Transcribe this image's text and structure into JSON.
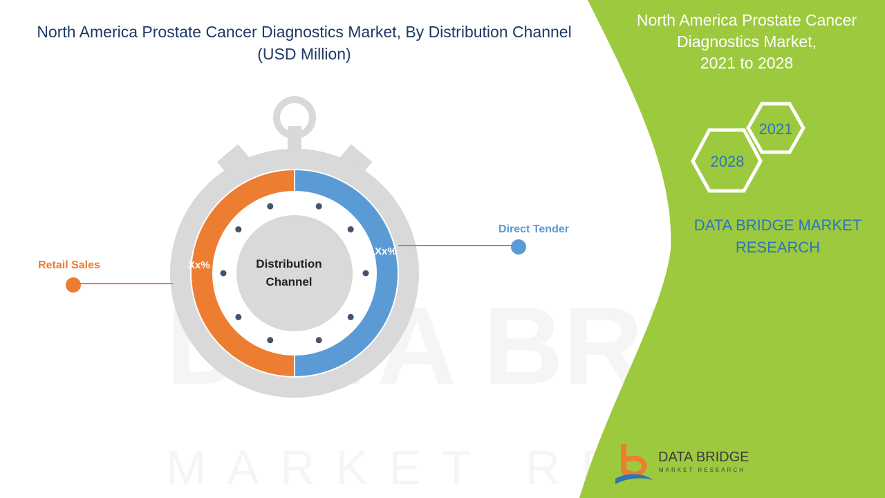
{
  "header": {
    "title_line1": "North America  Prostate Cancer Diagnostics Market, By Distribution Channel",
    "title_line2": "(USD Million)"
  },
  "side_panel": {
    "title_line1": "North America  Prostate Cancer",
    "title_line2": "Diagnostics Market,",
    "title_line3": "2021 to 2028",
    "year_start": "2021",
    "year_end": "2028",
    "brand_line1": "DATA BRIDGE MARKET",
    "brand_line2": "RESEARCH",
    "logo_name": "DATA BRIDGE",
    "logo_tagline": "MARKET RESEARCH",
    "accent_color": "#9dc93f"
  },
  "chart_data": {
    "type": "pie",
    "center_label_line1": "Distribution",
    "center_label_line2": "Channel",
    "slices": [
      {
        "name": "Direct Tender",
        "value_label": "Xx%",
        "value": 50,
        "color": "#5b9bd5"
      },
      {
        "name": "Retail Sales",
        "value_label": "Xx%",
        "value": 50,
        "color": "#ed7d31"
      }
    ]
  },
  "watermark": {
    "line1": "DATA BRIDGE",
    "line2": "MARKET RESEARCH"
  },
  "colors": {
    "title": "#1f3864",
    "stopwatch": "#d9d9d9",
    "dots": "#44546a"
  }
}
